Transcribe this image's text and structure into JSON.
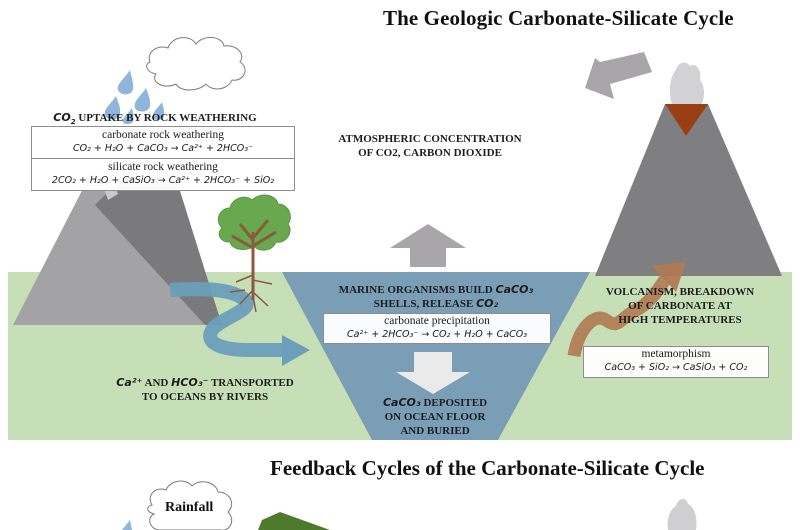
{
  "titles": {
    "main": "The Geologic Carbonate-Silicate Cycle",
    "feedback": "Feedback Cycles of the Carbonate-Silicate Cycle"
  },
  "colors": {
    "land_green": "#c6dfb7",
    "ocean_blue": "#7b9eb7",
    "river_blue": "#6c9fba",
    "rock_light": "#a3a3a5",
    "rock_dark": "#7a7a7c",
    "volcano_gray": "#7f7f81",
    "lava_orange": "#9a3f13",
    "magma_path": "#b07a52",
    "co2_arrow_gray": "#a8a6a8",
    "raindrop_blue": "#8fb5dd",
    "tree_green": "#6aa84f",
    "tree_brown": "#8a5a3c",
    "feedback_arrow_green": "#4e7a2e"
  },
  "weathering": {
    "heading_prefix": "CO",
    "heading_sub": "2",
    "heading_suffix": " UPTAKE BY ROCK WEATHERING",
    "carbonate_label": "carbonate rock weathering",
    "carbonate_eq": "CO₂ + H₂O + CaCO₃ → Ca²⁺ + 2HCO₃⁻",
    "silicate_label": "silicate rock weathering",
    "silicate_eq": "2CO₂ + H₂O + CaSiO₃ → Ca²⁺ + 2HCO₃⁻ + SiO₂"
  },
  "atmosphere": {
    "line1": "ATMOSPHERIC CONCENTRATION",
    "line2": "OF CO2, CARBON DIOXIDE"
  },
  "marine": {
    "line1_prefix": "MARINE ORGANISMS BUILD ",
    "line1_formula": "CaCO₃",
    "line2_prefix": "SHELLS, RELEASE ",
    "line2_formula": "CO₂",
    "eq_label": "carbonate precipitation",
    "eq": "Ca²⁺ + 2HCO₃⁻ → CO₂ + H₂O + CaCO₃"
  },
  "deposit": {
    "line1_formula": "CaCO₃",
    "line1_suffix": " DEPOSITED",
    "line2": "ON OCEAN FLOOR",
    "line3": "AND BURIED"
  },
  "rivers": {
    "line1_a": "Ca²⁺",
    "line1_b": " AND ",
    "line1_c": "HCO₃⁻",
    "line1_d": " TRANSPORTED",
    "line2": "TO OCEANS BY RIVERS"
  },
  "volcanism": {
    "line1": "VOLCANISM, BREAKDOWN",
    "line2": "OF CARBONATE AT",
    "line3": "HIGH TEMPERATURES",
    "eq_label": "metamorphism",
    "eq": "CaCO₃ + SiO₂ → CaSiO₃ + CO₂"
  },
  "feedback": {
    "cloud_label": "Rainfall"
  }
}
